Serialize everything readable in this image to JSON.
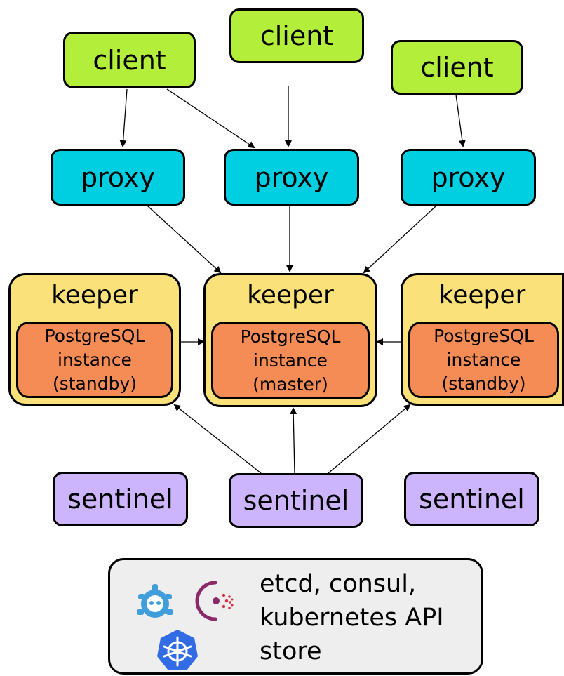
{
  "clients": [
    {
      "label": "client"
    },
    {
      "label": "client"
    },
    {
      "label": "client"
    }
  ],
  "proxies": [
    {
      "label": "proxy"
    },
    {
      "label": "proxy"
    },
    {
      "label": "proxy"
    }
  ],
  "keepers": [
    {
      "label": "keeper",
      "db_line1": "PostgreSQL",
      "db_line2": "instance",
      "db_line3": "(standby)"
    },
    {
      "label": "keeper",
      "db_line1": "PostgreSQL",
      "db_line2": "instance",
      "db_line3": "(master)"
    },
    {
      "label": "keeper",
      "db_line1": "PostgreSQL",
      "db_line2": "instance",
      "db_line3": "(standby)"
    }
  ],
  "sentinels": [
    {
      "label": "sentinel"
    },
    {
      "label": "sentinel"
    },
    {
      "label": "sentinel"
    }
  ],
  "store": {
    "line1": "etcd, consul,",
    "line2": "kubernetes API",
    "line3": "store",
    "icons": [
      "etcd-icon",
      "consul-icon",
      "kubernetes-icon"
    ]
  },
  "colors": {
    "client": "#b3ee3a",
    "proxy": "#00cfe2",
    "keeper": "#fbe17a",
    "postgres": "#f58c56",
    "sentinel": "#cdb5fd",
    "store": "#eeeeee"
  }
}
